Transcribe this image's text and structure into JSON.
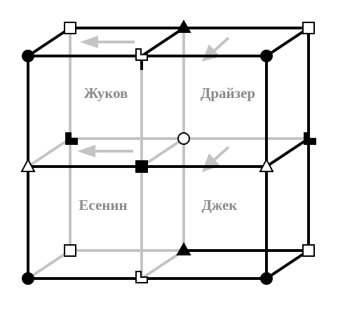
{
  "labels": {
    "top_left": "Жуков",
    "top_right": "Драйзер",
    "bottom_left": "Есенин",
    "bottom_right": "Джек"
  },
  "colors": {
    "front_edges": "#000000",
    "back_edges": "#c4c4c4",
    "arrows": "#c4c4c4",
    "text": "#8a8a8a"
  },
  "markers": {
    "circle_filled": "filled circle",
    "circle_open": "open circle",
    "square_filled": "filled square",
    "square_open": "open square",
    "triangle_filled": "filled triangle",
    "triangle_open": "open triangle",
    "corner_filled": "filled notched square",
    "corner_open": "open notched square"
  }
}
